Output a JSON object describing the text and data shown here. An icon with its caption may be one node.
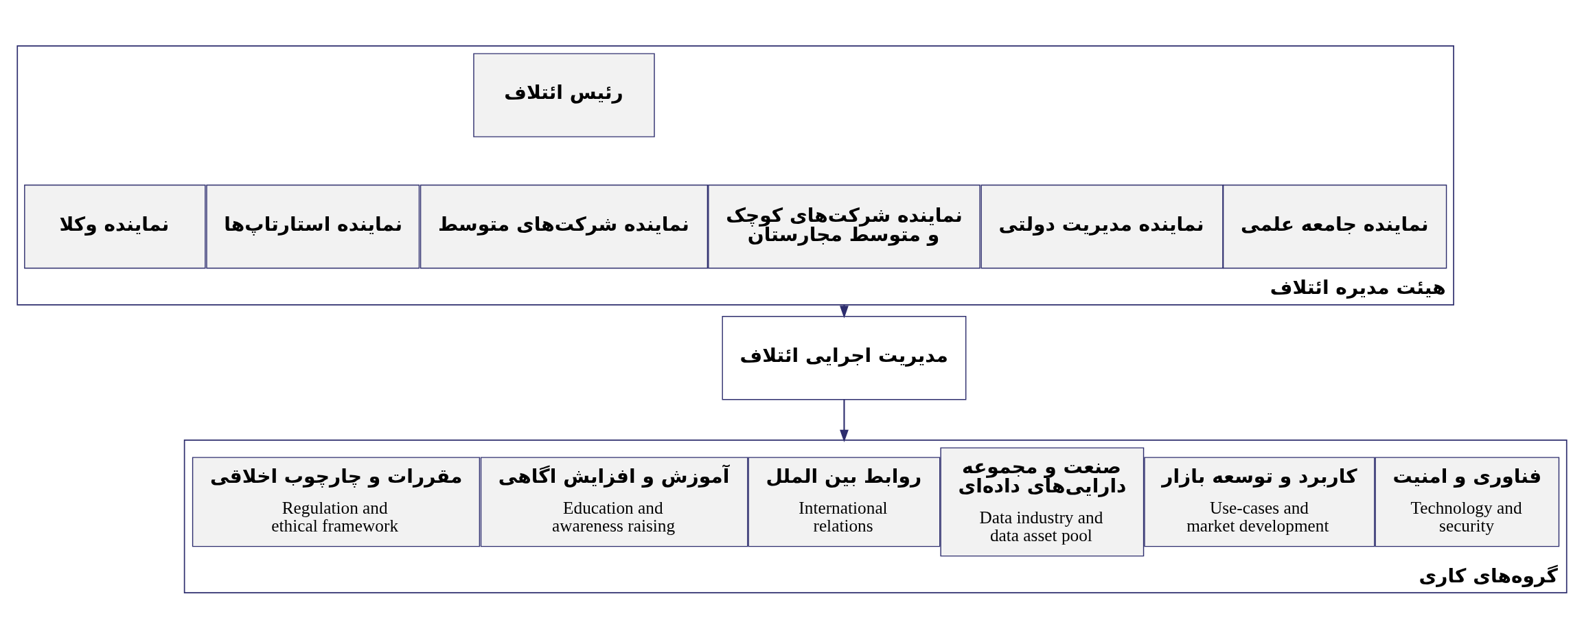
{
  "diagram": {
    "nodes": [
      {
        "text": [
          "هیئت مدیره ائتلاف"
        ]
      },
      {
        "text": [
          "رئیس ائتلاف"
        ],
        "in": 0
      },
      {
        "text": [
          "نماینده جامعه علمی"
        ],
        "in": 0
      },
      {
        "text": [
          "نماینده مدیریت دولتی"
        ],
        "in": 0
      },
      {
        "text": [
          "نماینده شرکت‌های کوچک و متوسط مجارستان"
        ],
        "in": 0
      },
      {
        "text": [
          "نماینده شرکت‌های متوسط"
        ],
        "in": 0
      },
      {
        "text": [
          "نماینده استارتاپ‌ها"
        ],
        "in": 0
      },
      {
        "text": [
          "نماینده وکلا"
        ],
        "in": 0
      },
      {
        "text": [
          "مدیریت اجرایی ائتلاف"
        ]
      },
      {
        "text": [
          "گروه‌های کاری"
        ]
      },
      {
        "text": [
          "فناوری و امنیت",
          "Technology and security"
        ],
        "in": 9
      },
      {
        "text": [
          "کاربرد و توسعه بازار",
          "Use-cases and market development"
        ],
        "in": 9
      },
      {
        "text": [
          "صنعت و مجموعه دارایی‌های داده‌ای",
          "Data industry and data asset pool"
        ],
        "in": 9
      },
      {
        "text": [
          "روابط بین الملل",
          "International relations"
        ],
        "in": 9
      },
      {
        "text": [
          "آموزش و افزایش اگاهی",
          "Education and awareness raising"
        ],
        "in": 9
      },
      {
        "text": [
          "مقررات و چارچوب اخلاقی",
          "Regulation and ethical framework"
        ],
        "in": 9
      }
    ],
    "edges": [
      {
        "from": 0,
        "to": 8,
        "arrow": "to"
      },
      {
        "from": 8,
        "to": 9,
        "arrow": "to"
      }
    ]
  }
}
